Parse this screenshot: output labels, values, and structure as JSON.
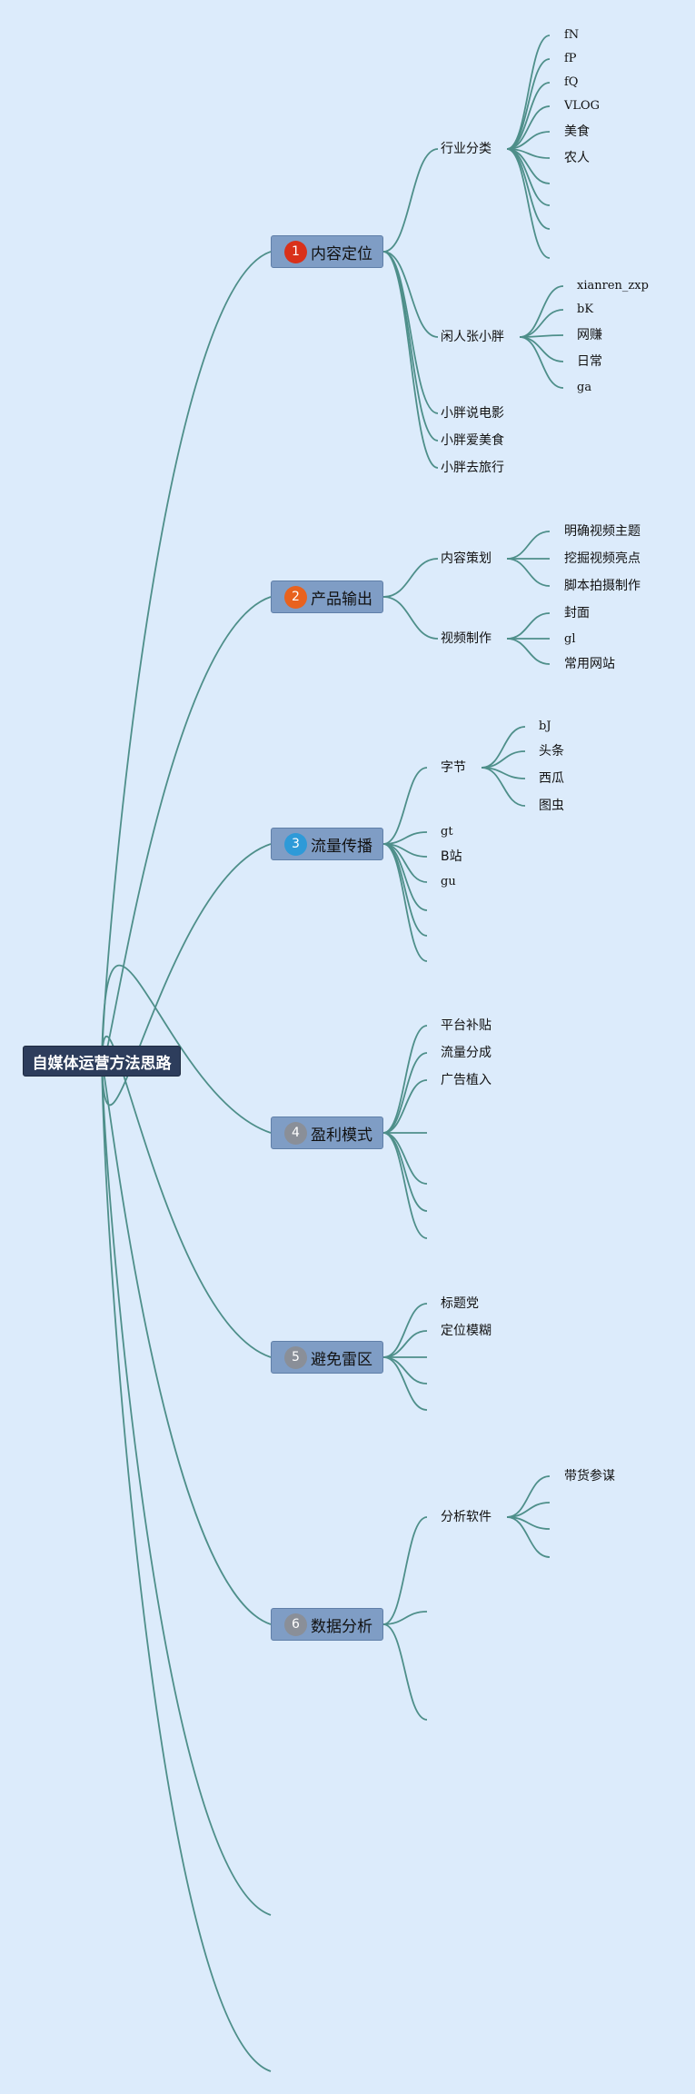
{
  "root": {
    "label": "自媒体运营方法思路"
  },
  "branches": [
    {
      "label": "内容定位",
      "number": "1",
      "badge_color": "#d9311a",
      "children": {
        "industry": "行业分类",
        "zhang": "闲人张小胖",
        "movie": "小胖说电影",
        "food": "小胖爱美食",
        "travel": "小胖去旅行"
      },
      "industry_items": [
        "fN",
        "fP",
        "fQ",
        "VLOG",
        "美食",
        "农人"
      ],
      "zhang_items": [
        "xianren_zxp",
        "bK",
        "网赚",
        "日常",
        "ga"
      ]
    },
    {
      "label": "产品输出",
      "number": "2",
      "badge_color": "#e8621e",
      "children": {
        "plan": "内容策划",
        "make": "视频制作"
      },
      "plan_items": [
        "明确视频主题",
        "挖掘视频亮点",
        "脚本拍摄制作"
      ],
      "make_items": [
        "封面",
        "gl",
        "常用网站"
      ]
    },
    {
      "label": "流量传播",
      "number": "3",
      "badge_color": "#2e9ad8",
      "children": {
        "bytes": "字节",
        "gt": "gt",
        "bili": "B站",
        "gu": "gu"
      },
      "bytes_items": [
        "bJ",
        "头条",
        "西瓜",
        "图虫"
      ]
    },
    {
      "label": "盈利模式",
      "number": "4",
      "badge_color": "#8a8f98",
      "children": [
        "平台补贴",
        "流量分成",
        "广告植入"
      ]
    },
    {
      "label": "避免雷区",
      "number": "5",
      "badge_color": "#8a8f98",
      "children": [
        "标题党",
        "定位模糊"
      ]
    },
    {
      "label": "数据分析",
      "number": "6",
      "badge_color": "#8a8f98",
      "children": {
        "software": "分析软件"
      },
      "software_items": [
        "带货参谋"
      ]
    }
  ],
  "colors": {
    "background": "#dcebfb",
    "connector": "#4e8f8a",
    "root_fill": "#2d3d5c",
    "branch_fill": "#7f9dc5"
  }
}
